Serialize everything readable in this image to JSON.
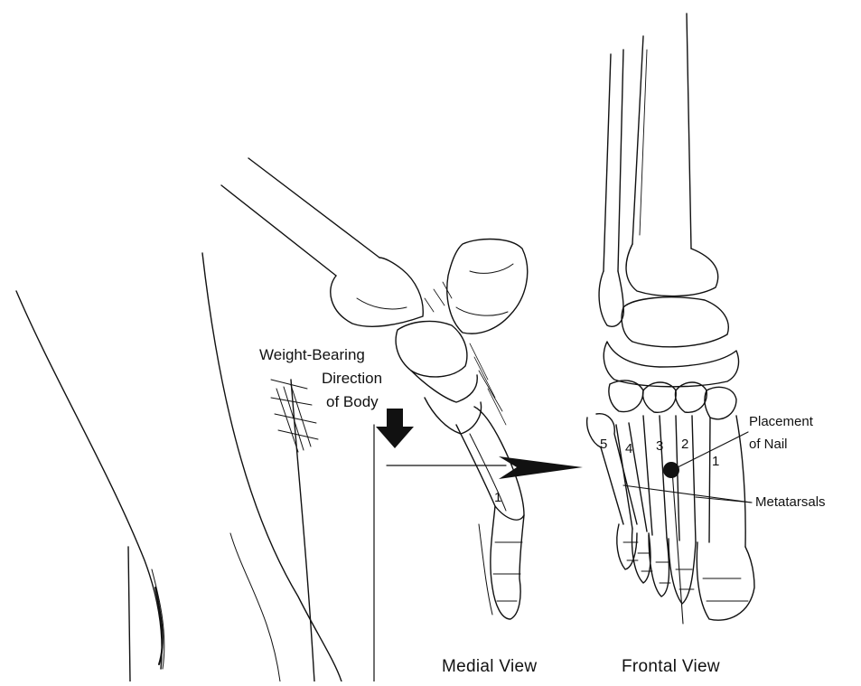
{
  "labels": {
    "weight_line1": "Weight-Bearing",
    "weight_line2": "Direction",
    "weight_line3": "of Body",
    "placement_line1": "Placement",
    "placement_line2": "of Nail",
    "metatarsals": "Metatarsals",
    "medial_view": "Medial View",
    "frontal_view": "Frontal View"
  },
  "metatarsal_numbers": {
    "frontal": [
      "5",
      "4",
      "3",
      "2",
      "1"
    ],
    "medial": "1"
  },
  "colors": {
    "ink": "#111111",
    "background": "#ffffff"
  }
}
